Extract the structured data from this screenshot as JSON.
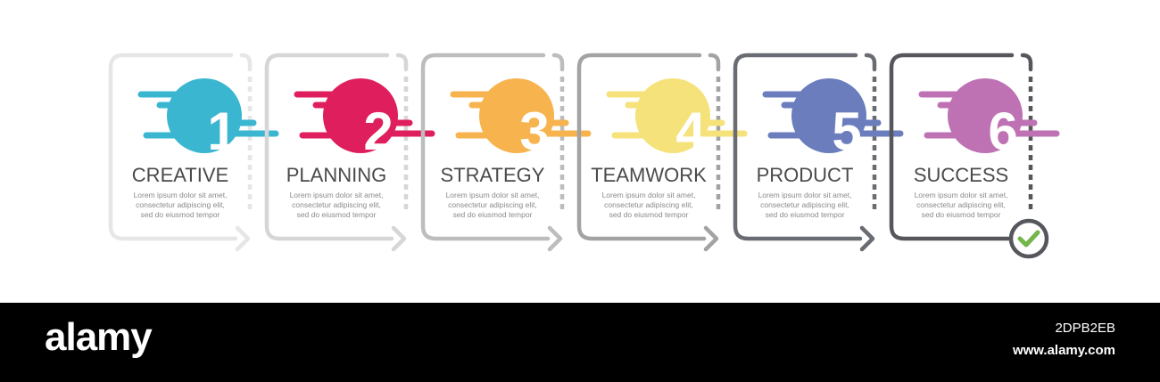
{
  "steps": [
    {
      "number": "1",
      "title": "CREATIVE",
      "color": "#3ab6d1",
      "frame": "#e6e6e6",
      "body": [
        "Lorem ipsum dolor sit amet,",
        "consectetur adipiscing elit,",
        "sed do eiusmod tempor"
      ]
    },
    {
      "number": "2",
      "title": "PLANNING",
      "color": "#df1f5d",
      "frame": "#d6d6d6",
      "body": [
        "Lorem ipsum dolor sit amet,",
        "consectetur adipiscing elit,",
        "sed do eiusmod tempor"
      ]
    },
    {
      "number": "3",
      "title": "STRATEGY",
      "color": "#f7b34e",
      "frame": "#bdbdbd",
      "body": [
        "Lorem ipsum dolor sit amet,",
        "consectetur adipiscing elit,",
        "sed do eiusmod tempor"
      ]
    },
    {
      "number": "4",
      "title": "TEAMWORK",
      "color": "#f5e27a",
      "frame": "#a3a3a3",
      "body": [
        "Lorem ipsum dolor sit amet,",
        "consectetur adipiscing elit,",
        "sed do eiusmod tempor"
      ]
    },
    {
      "number": "5",
      "title": "PRODUCT",
      "color": "#6b7dbd",
      "frame": "#6a6c73",
      "body": [
        "Lorem ipsum dolor sit amet,",
        "consectetur adipiscing elit,",
        "sed do eiusmod tempor"
      ]
    },
    {
      "number": "6",
      "title": "SUCCESS",
      "color": "#be72b4",
      "frame": "#55575c",
      "body": [
        "Lorem ipsum dolor sit amet,",
        "consectetur adipiscing elit,",
        "sed do eiusmod tempor"
      ]
    }
  ],
  "final_mark": {
    "icon": "checkmark-icon",
    "color": "#74b54c"
  },
  "footer": {
    "logo": "alamy",
    "image_id": "2DPB2EB",
    "url": "www.alamy.com"
  }
}
